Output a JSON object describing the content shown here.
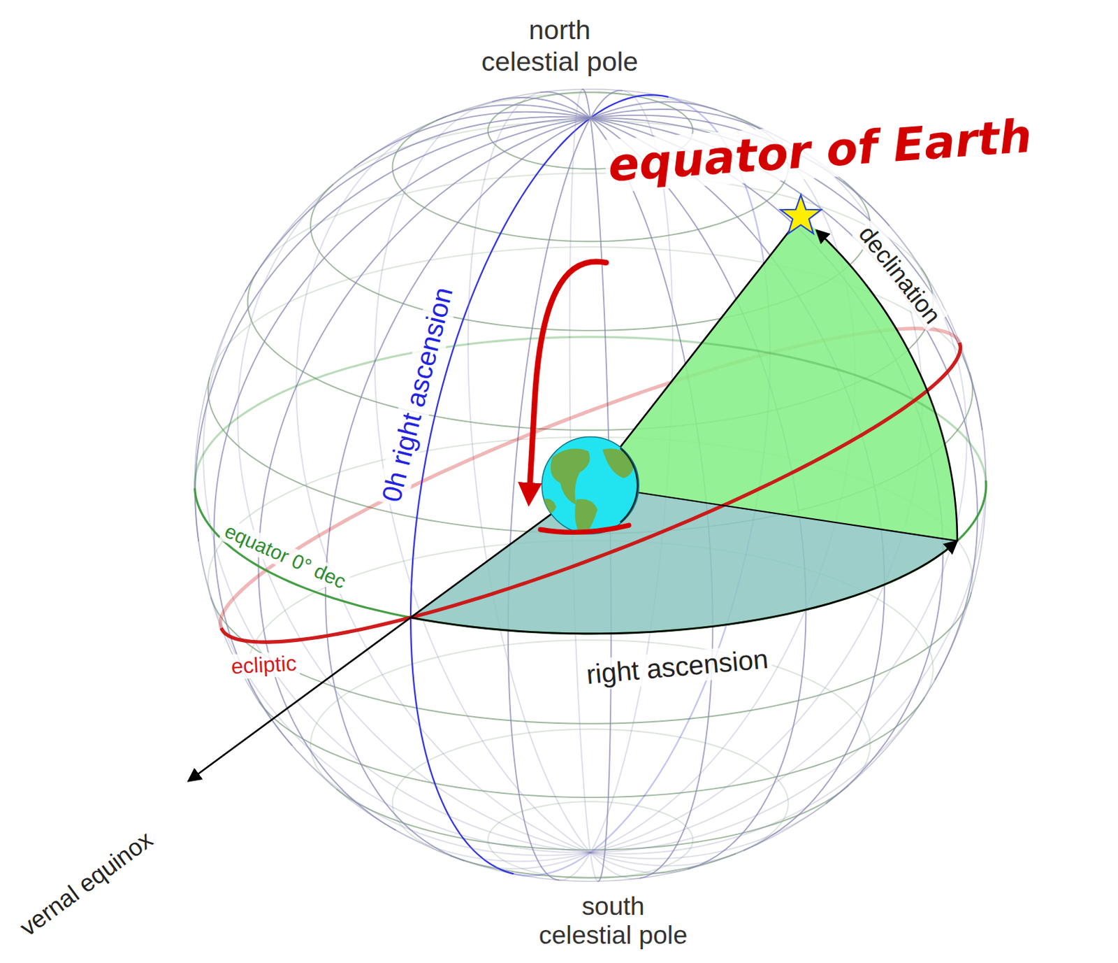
{
  "diagram": {
    "labels": [
      "north celestial pole",
      "equator of Earth",
      "declination",
      "0h right ascension",
      "equator 0° dec",
      "ecliptic",
      "right ascension",
      "vernal equinox",
      "south celestial pole"
    ]
  }
}
